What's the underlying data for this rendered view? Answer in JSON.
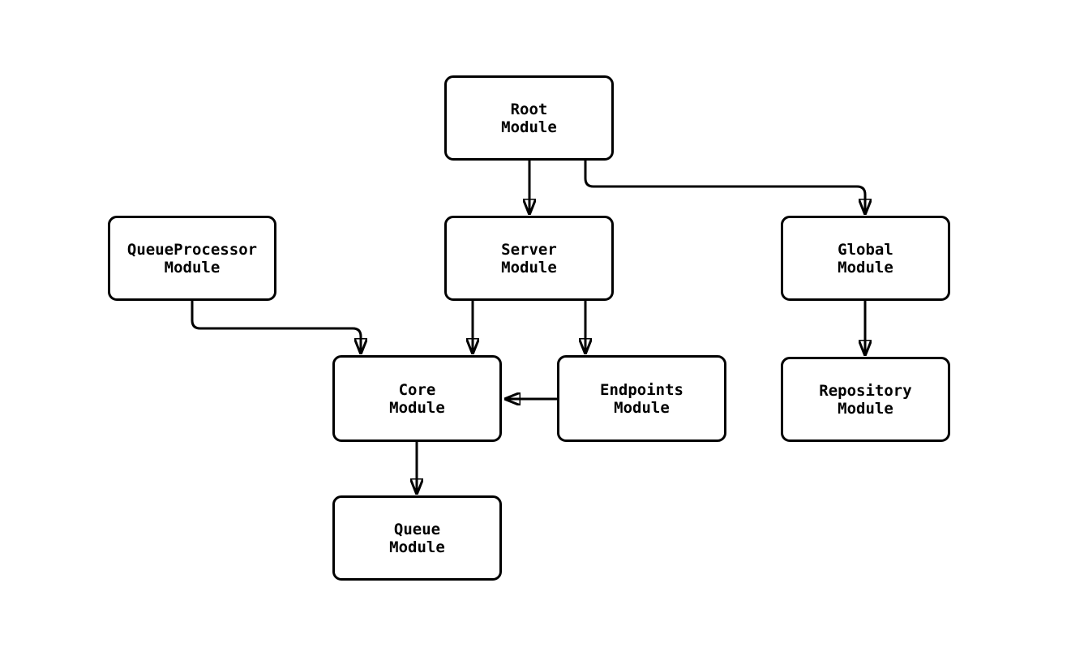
{
  "diagram": {
    "type": "module-dependency-graph",
    "background_color": "#ffffff",
    "node_fill_color": "#ffffff",
    "node_border_color": "#000000",
    "edge_color": "#000000",
    "text_color": "#000000",
    "nodes": {
      "root": {
        "label": "Root\nModule"
      },
      "queueprocessor": {
        "label": "QueueProcessor\nModule"
      },
      "server": {
        "label": "Server\nModule"
      },
      "global": {
        "label": "Global\nModule"
      },
      "core": {
        "label": "Core\nModule"
      },
      "endpoints": {
        "label": "Endpoints\nModule"
      },
      "repository": {
        "label": "Repository\nModule"
      },
      "queue": {
        "label": "Queue\nModule"
      }
    },
    "edges": [
      {
        "from": "Root Module",
        "to": "Server Module"
      },
      {
        "from": "Root Module",
        "to": "Global Module"
      },
      {
        "from": "QueueProcessor Module",
        "to": "Core Module"
      },
      {
        "from": "Server Module",
        "to": "Core Module"
      },
      {
        "from": "Server Module",
        "to": "Endpoints Module"
      },
      {
        "from": "Endpoints Module",
        "to": "Core Module"
      },
      {
        "from": "Global Module",
        "to": "Repository Module"
      },
      {
        "from": "Core Module",
        "to": "Queue Module"
      }
    ]
  }
}
